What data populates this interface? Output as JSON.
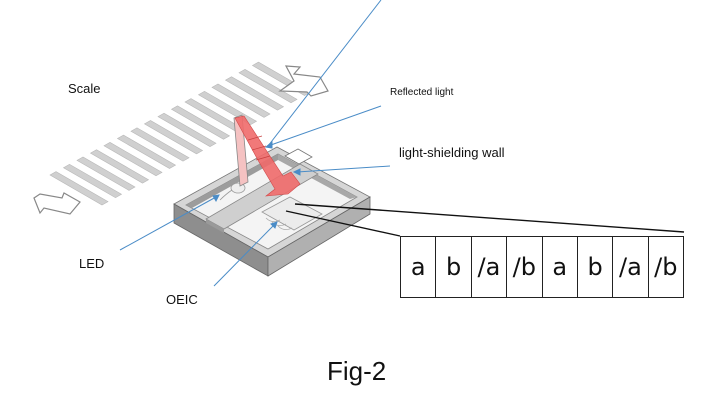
{
  "figure": {
    "caption": "Fig-2",
    "labels": {
      "scale": "Scale",
      "reflected_light": "Reflected light",
      "light_shielding_wall": "light-shielding wall",
      "led": "LED",
      "oeic": "OEIC"
    },
    "photodiode_pattern": [
      "a",
      "b",
      "/a",
      "/b",
      "a",
      "b",
      "/a",
      "/b"
    ],
    "colors": {
      "leader_line": "#4a8cc7",
      "reflected_light": "#f06a6a",
      "package": "#9a9a9a",
      "scale_stripe": "#d0d0d0"
    },
    "icons": {
      "motion_arrow_right": "double-direction-arrow-right",
      "motion_arrow_left": "double-direction-arrow-left"
    }
  }
}
